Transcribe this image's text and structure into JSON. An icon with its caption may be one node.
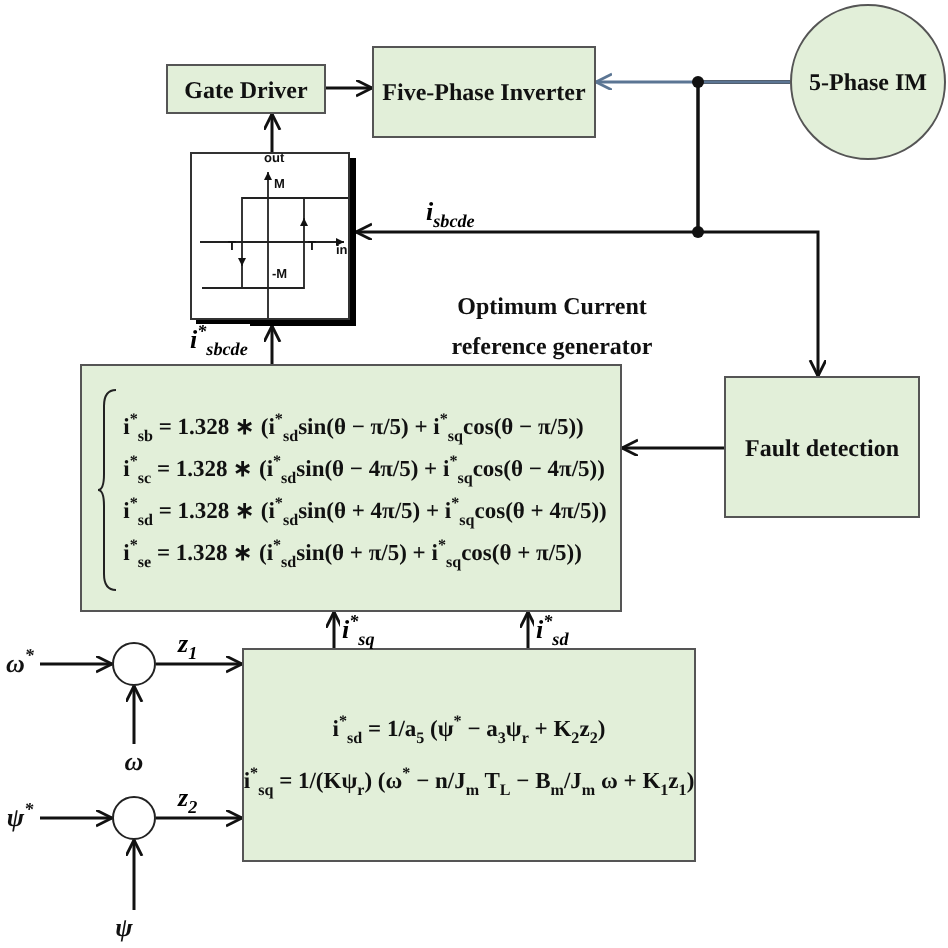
{
  "diagram": {
    "nodes": [
      {
        "text": [
          "Gate Driver"
        ]
      },
      {
        "text": [
          "Five-Phase Inverter"
        ]
      },
      {
        "text": [
          "5-Phase IM"
        ]
      },
      {
        "text": [
          "out",
          "M",
          "T",
          "T",
          "in",
          "-M"
        ]
      },
      {
        "text": [
          "Optimum Current reference generator",
          "i$^{*}$$_{sb}$ = 1.328 ∗ (i$^{*}$$_{sd}$sin(θ − π/5) + i$^{*}$$_{sq}$cos(θ − π/5))",
          "i$^{*}$$_{sc}$ = 1.328 ∗ (i$^{*}$$_{sd}$sin(θ − 4π/5) + i$^{*}$$_{sq}$cos(θ − 4π/5))",
          "i$^{*}$$_{sd}$ = 1.328 ∗ (i$^{*}$$_{sd}$sin(θ + 4π/5) + i$^{*}$$_{sq}$cos(θ + 4π/5))",
          "i$^{*}$$_{se}$ = 1.328 ∗ (i$^{*}$$_{sd}$sin(θ + π/5) + i$^{*}$$_{sq}$cos(θ + π/5))"
        ]
      },
      {
        "text": [
          "Fault detection"
        ]
      },
      {
        "text": [
          "i$^{*}$$_{sd}$ = 1/a$_{5}$ (ψ$^{*}$ − a$_{3}$ψ$_{r}$ + K$_{2}$z$_{2}$)",
          "i$^{*}$$_{sq}$ = 1/(Kψ$_{r}$) (ω$^{*}$ − n/J$_{m}$ T$_{L}$ − B$_{m}$/J$_{m}$ ω + K$_{1}$z$_{1}$)"
        ]
      },
      {
        "text": [],
        "shape": "circle"
      },
      {
        "text": [],
        "shape": "circle"
      },
      {
        "text": [
          "ω$^{*}$"
        ]
      },
      {
        "text": [
          "ω"
        ]
      },
      {
        "text": [
          "ψ$^{*}$"
        ]
      },
      {
        "text": [
          "ψ"
        ]
      }
    ],
    "edges": [
      {
        "from": 0,
        "to": 1,
        "arrow": "to"
      },
      {
        "from": 2,
        "to": 1,
        "arrow": "to",
        "color": "#5b7593"
      },
      {
        "from": 3,
        "to": 0,
        "arrow": "to"
      },
      {
        "from": 4,
        "to": 3,
        "arrow": "to",
        "label": "i$^{*}$$_{sbcde}$"
      },
      {
        "from": 2,
        "to": 3,
        "arrow": "to",
        "label": "i$_{sbcde}$"
      },
      {
        "from": 2,
        "to": 5,
        "arrow": "to"
      },
      {
        "from": 5,
        "to": 4,
        "arrow": "to"
      },
      {
        "from": 6,
        "to": 4,
        "arrow": "to",
        "label": "i$^{*}$$_{sq}$"
      },
      {
        "from": 6,
        "to": 4,
        "arrow": "to",
        "label": "i$^{*}$$_{sd}$"
      },
      {
        "from": 9,
        "to": 7,
        "arrow": "to"
      },
      {
        "from": 10,
        "to": 7,
        "arrow": "to"
      },
      {
        "from": 7,
        "to": 6,
        "arrow": "to",
        "label": "z$_{1}$"
      },
      {
        "from": 11,
        "to": 8,
        "arrow": "to"
      },
      {
        "from": 12,
        "to": 8,
        "arrow": "to"
      },
      {
        "from": 8,
        "to": 6,
        "arrow": "to",
        "label": "z$_{2}$"
      }
    ]
  }
}
